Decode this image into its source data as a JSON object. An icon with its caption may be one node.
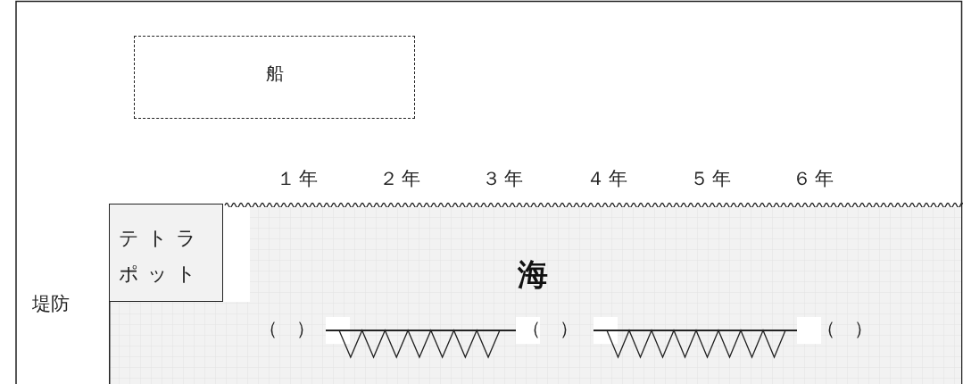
{
  "diagram": {
    "nodes": [
      {
        "text": [
          "船"
        ]
      },
      {
        "text": [
          "海"
        ]
      },
      {
        "text": [
          "テトラポット"
        ]
      }
    ],
    "labels": [
      "１年",
      "２年",
      "３年",
      "４年",
      "５年",
      "６年",
      "堤防",
      "（　）",
      "（　）",
      "（　）"
    ]
  }
}
